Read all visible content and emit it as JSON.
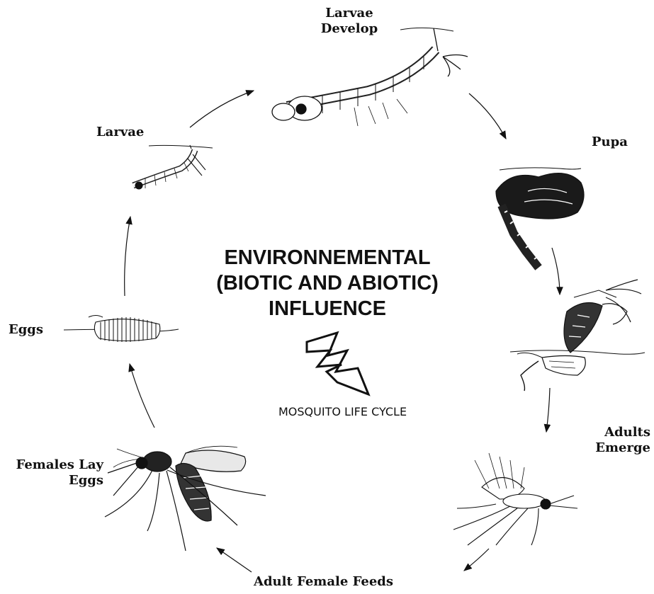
{
  "stages": {
    "larvae_develop_1": "Larvae",
    "larvae_develop_2": "Develop",
    "pupa": "Pupa",
    "adults_emerge_1": "Adults",
    "adults_emerge_2": "Emerge",
    "adult_female_feeds": "Adult Female Feeds",
    "females_lay_eggs_1": "Females Lay",
    "females_lay_eggs_2": "Eggs",
    "eggs": "Eggs",
    "larvae": "Larvae"
  },
  "center": {
    "line1": "ENVIRONNEMENTAL",
    "line2": "(BIOTIC AND ABIOTIC)",
    "line3": "INFLUENCE",
    "subtitle": "MOSQUITO LIFE CYCLE"
  },
  "icons": [
    "lightning-bolt-icon",
    "mosquito-larva-icon",
    "mosquito-pupa-icon",
    "mosquito-adult-icon",
    "mosquito-eggs-icon"
  ]
}
